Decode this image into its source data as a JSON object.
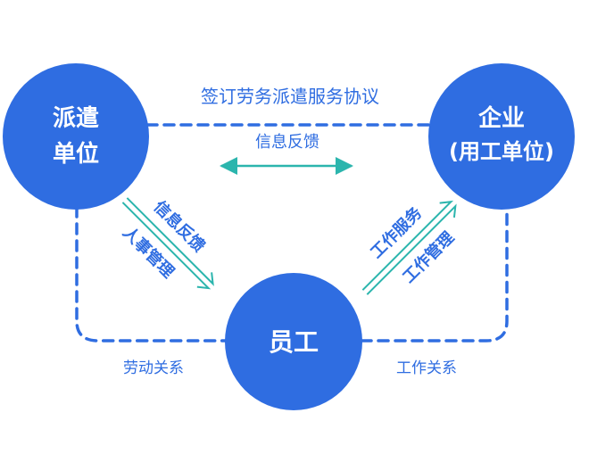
{
  "nodes": {
    "dispatch_unit": {
      "line1": "派遣",
      "line2": "单位"
    },
    "enterprise": {
      "line1": "企业",
      "line2": "(用工单位)"
    },
    "employee": {
      "label": "员工"
    }
  },
  "relations": {
    "top_agreement": "签订劳务派遣服务协议",
    "top_feedback": "信息反馈",
    "left_feedback": "信息反馈",
    "left_hr": "人事管理",
    "right_service": "工作服务",
    "right_mgmt": "工作管理",
    "bottom_left": "劳动关系",
    "bottom_right": "工作关系"
  },
  "colors": {
    "circle": "#2f6de1",
    "dash": "#2f6de1",
    "teal": "#2bb5ad",
    "text_blue": "#2f6de1"
  }
}
